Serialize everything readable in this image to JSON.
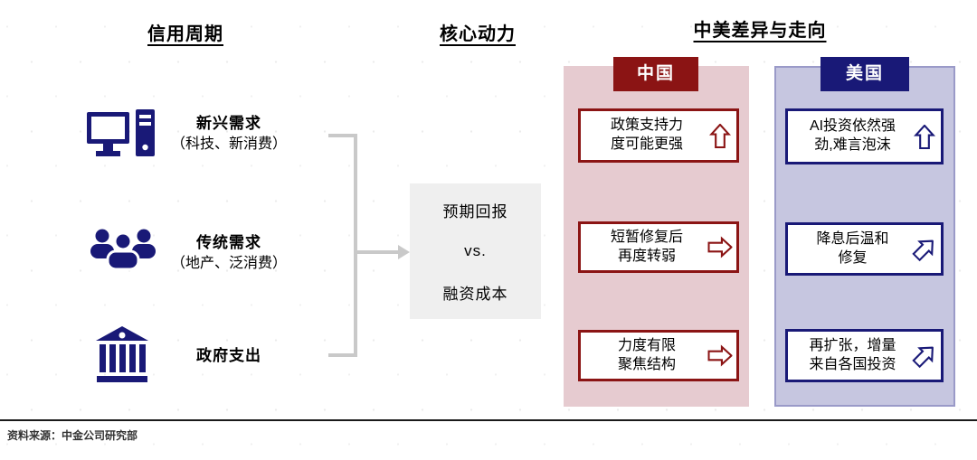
{
  "colors": {
    "navy_accent": "#191977",
    "dark_red_accent": "#8b1414",
    "china_panel_bg": "#e6cbd0",
    "us_panel_bg": "#c6c6e0",
    "core_box_bg": "#efefef",
    "connector_gray": "#c9c9c9"
  },
  "credit_cycle": {
    "title": "信用周期",
    "items": [
      {
        "icon": "computer-icon",
        "name": "新兴需求",
        "sub": "（科技、新消费）"
      },
      {
        "icon": "people-icon",
        "name": "传统需求",
        "sub": "（地产、泛消费）"
      },
      {
        "icon": "bank-icon",
        "name": "政府支出",
        "sub": ""
      }
    ]
  },
  "core_driver": {
    "title": "核心动力",
    "lines": [
      "预期回报",
      "vs.",
      "融资成本"
    ]
  },
  "comparison": {
    "title": "中美差异与走向",
    "columns": [
      {
        "id": "china",
        "label": "中国",
        "boxes": [
          {
            "line1": "政策支持力",
            "line2": "度可能更强",
            "arrow": "up",
            "arrow_class": "arrow arrow-up"
          },
          {
            "line1": "短暂修复后",
            "line2": "再度转弱",
            "arrow": "right",
            "arrow_class": "arrow arrow-right"
          },
          {
            "line1": "力度有限",
            "line2": "聚焦结构",
            "arrow": "right",
            "arrow_class": "arrow arrow-right"
          }
        ]
      },
      {
        "id": "us",
        "label": "美国",
        "boxes": [
          {
            "line1": "AI投资依然强",
            "line2": "劲,难言泡沫",
            "arrow": "up",
            "arrow_class": "arrow arrow-up"
          },
          {
            "line1": "降息后温和",
            "line2": "修复",
            "arrow": "up-right",
            "arrow_class": "arrow arrow-ne"
          },
          {
            "line1": "再扩张，增量",
            "line2": "来自各国投资",
            "arrow": "up-right",
            "arrow_class": "arrow arrow-ne"
          }
        ]
      }
    ]
  },
  "footer": {
    "source": "资料来源：中金公司研究部"
  }
}
